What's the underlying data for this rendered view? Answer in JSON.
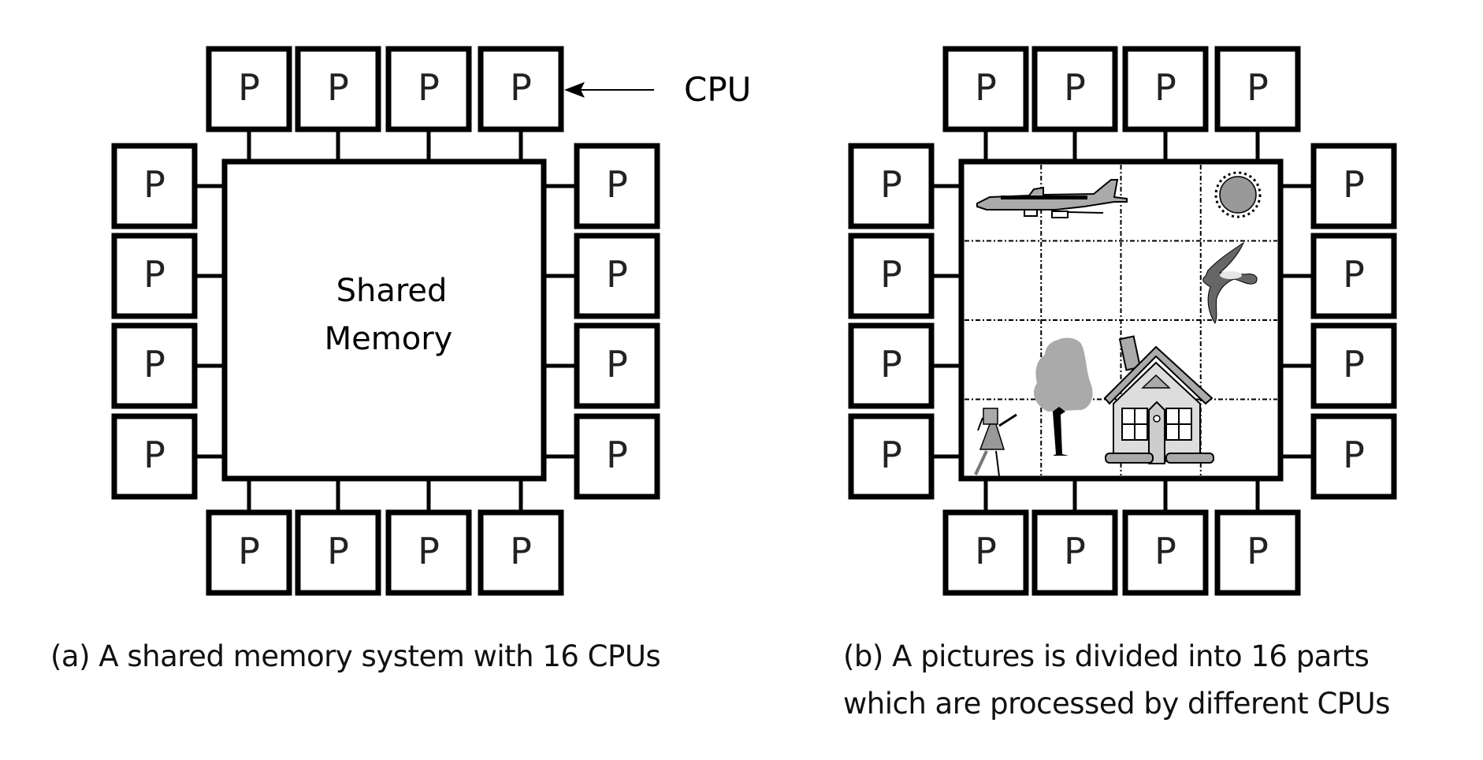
{
  "figure": {
    "panel_a": {
      "memory_label_lines": [
        "Shared",
        "Memory"
      ],
      "processor_label": "P",
      "processor_count": 16,
      "callout_label": "CPU",
      "caption": "(a)  A shared memory system with 16 CPUs"
    },
    "panel_b": {
      "processor_label": "P",
      "processor_count": 16,
      "grid": {
        "rows": 4,
        "cols": 4
      },
      "picture_elements": [
        "airplane",
        "sun",
        "bird",
        "tree",
        "house",
        "girl"
      ],
      "caption_lines": [
        "(b) A pictures is divided into 16 parts",
        "which are processed by different CPUs"
      ]
    }
  }
}
